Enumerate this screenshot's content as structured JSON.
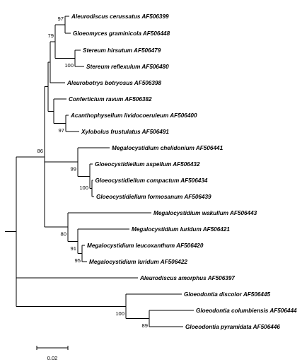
{
  "tree": {
    "taxa": [
      "Aleurodiscus cerussatus AF506399",
      "Gloeomyces graminicola AF506448",
      "Stereum hirsutum AF506479",
      "Stereum reflexulum AF506480",
      "Aleurobotrys botryosus AF506398",
      "Conferticium ravum AF506382",
      "Acanthophysellum lividocoeruleum AF506400",
      "Xylobolus frustulatus AF506491",
      "Megalocystidium chelidonium AF506441",
      "Gloeocystidiellum aspellum AF506432",
      "Gloeocystidiellum compactum AF506434",
      "Gloeocystidiellum formosanum AF506439",
      "Megalocystidium wakullum AF506443",
      "Megalocystidium luridum AF506421",
      "Megalocystidium leucoxanthum AF506420",
      "Megalocystidium luridum AF506422",
      "Aleurodiscus amorphus AF506397",
      "Gloeodontia discolor AF506445",
      "Gloeodontia columbiensis AF506444",
      "Gloeodontia pyramidata AF506446"
    ],
    "bootstrap_values": [
      97,
      79,
      100,
      97,
      86,
      99,
      100,
      80,
      91,
      95,
      100,
      89
    ]
  },
  "scale_bar": {
    "label": "0.02"
  }
}
